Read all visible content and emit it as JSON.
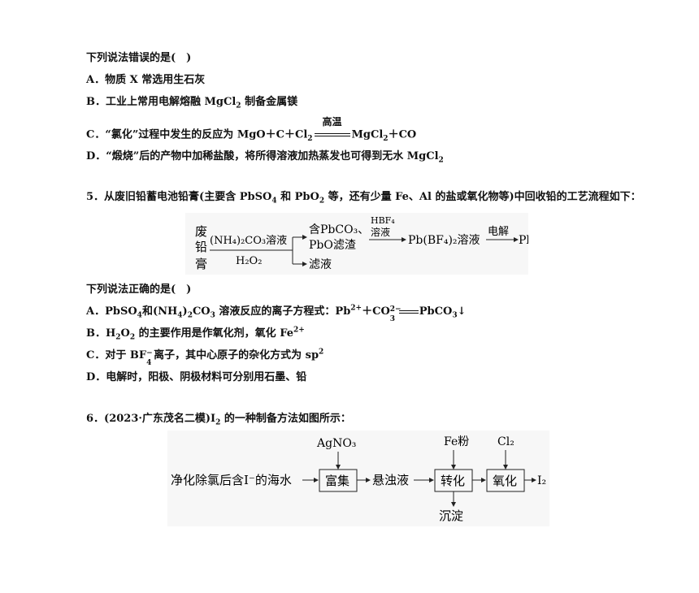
{
  "q4": {
    "prompt": "下列说法错误的是(　)",
    "a": "A．物质 X 常选用生石灰",
    "b_pre": "B．工业上常用电解熔融 MgCl",
    "b_post": " 制备金属镁",
    "c_pre": "C．“氯化”过程中发生的反应为 MgO＋C＋Cl",
    "c_cond": "高温",
    "c_post": "MgCl",
    "c_tail": "＋CO",
    "d_pre": "D．“煅烧”后的产物中加稀盐酸，将所得溶液加热蒸发也可得到无水 MgCl"
  },
  "q5": {
    "stem_pre": "5．从废旧铅蓄电池铅膏(主要含 PbSO",
    "stem_mid": " 和 PbO",
    "stem_post": " 等，还有少量 Fe、Al 的盐或氧化物等)中回收铅的工艺流程如下：",
    "prompt": "下列说法正确的是(　)",
    "a_pre": "A．PbSO",
    "a_mid": "和(NH",
    "a_mid2": ")",
    "a_mid3": "CO",
    "a_mid4": " 溶液反应的离子方程式：Pb",
    "a_ion1": "2+",
    "a_mid5": "＋CO",
    "a_ion2": "2−",
    "a_ion2sub": "3",
    "a_tail": "PbCO",
    "a_arrow": "↓",
    "b_pre": "B．H",
    "b_mid": "O",
    "b_post": " 的主要作用是作氧化剂，氧化 Fe",
    "b_ion": "2+",
    "c_pre": "C．对于 BF",
    "c_ion": "−",
    "c_ionsub": "4",
    "c_post": "离子，其中心原子的杂化方式为 sp",
    "c_sup": "2",
    "d": "D．电解时，阳极、阴极材料可分别用石墨、铅",
    "flow": {
      "start": [
        "废",
        "铅",
        "膏"
      ],
      "reagent1": "(NH₄)₂CO₃溶液",
      "reagent2": "H₂O₂",
      "product1_l1": "含PbCO₃、",
      "product1_l2": "PbO滤渣",
      "product2": "滤液",
      "reagent3_l1": "HBF₄",
      "reagent3_l2": "溶液",
      "mid": "Pb(BF₄)₂溶液",
      "reagent4": "电解",
      "end": "Pb"
    }
  },
  "q6": {
    "stem_pre": "6．(2023·广东茂名二模)I",
    "stem_post": " 的一种制备方法如图所示：",
    "flow": {
      "input": "净化除氯后含I⁻的海水",
      "reagent1": "AgNO₃",
      "box1": "富集",
      "mid": "悬浊液",
      "reagent2": "Fe粉",
      "box2": "转化",
      "below": "沉淀",
      "reagent3": "Cl₂",
      "box3": "氧化",
      "output": "I₂"
    }
  }
}
